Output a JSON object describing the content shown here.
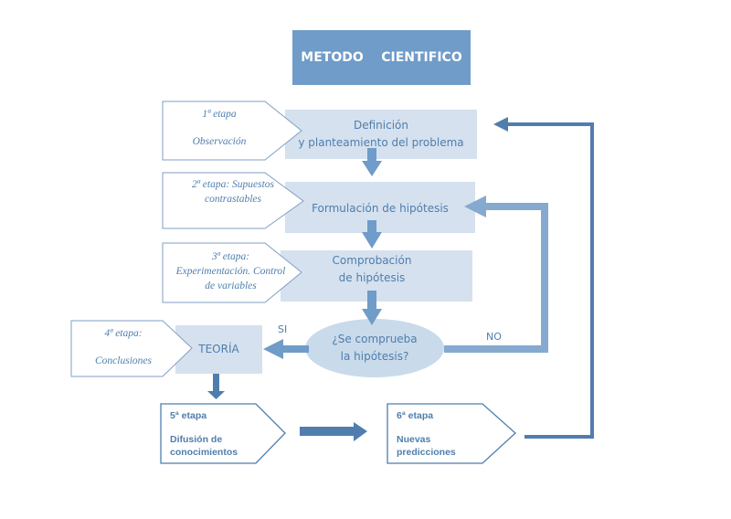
{
  "title": "METODO    CIENTIFICO",
  "colors": {
    "title_fill": "#6f9cc8",
    "process_fill": "#d5e1ee",
    "arrow": "#4f7eae",
    "loop_arrow": "#86a9cf",
    "text": "#4f7eae"
  },
  "steps": [
    {
      "id": "step1",
      "stage_label": "1ª etapa",
      "stage_desc": "Observación",
      "process": [
        "Definición",
        "y planteamiento del problema"
      ]
    },
    {
      "id": "step2",
      "stage_label": "2ª etapa: Supuestos",
      "stage_desc": "contrastables",
      "process": [
        "Formulación de hipótesis"
      ]
    },
    {
      "id": "step3",
      "stage_label": "3ª etapa:",
      "stage_desc": [
        "Experimentación. Control",
        "de variables"
      ],
      "process": [
        "Comprobación",
        "de hipótesis"
      ]
    },
    {
      "id": "step4",
      "stage_label": "4ª etapa:",
      "stage_desc": "Conclusiones",
      "process": [
        "TEORÍA"
      ]
    }
  ],
  "decision": [
    "¿Se comprueba",
    "la hipótesis?"
  ],
  "edge_labels": {
    "yes": "SI",
    "no": "NO"
  },
  "stage5": {
    "label": "5ª etapa",
    "desc": [
      "Difusión de",
      "conocimientos"
    ]
  },
  "stage6": {
    "label": "6ª etapa",
    "desc": [
      "Nuevas",
      "predicciones"
    ]
  }
}
